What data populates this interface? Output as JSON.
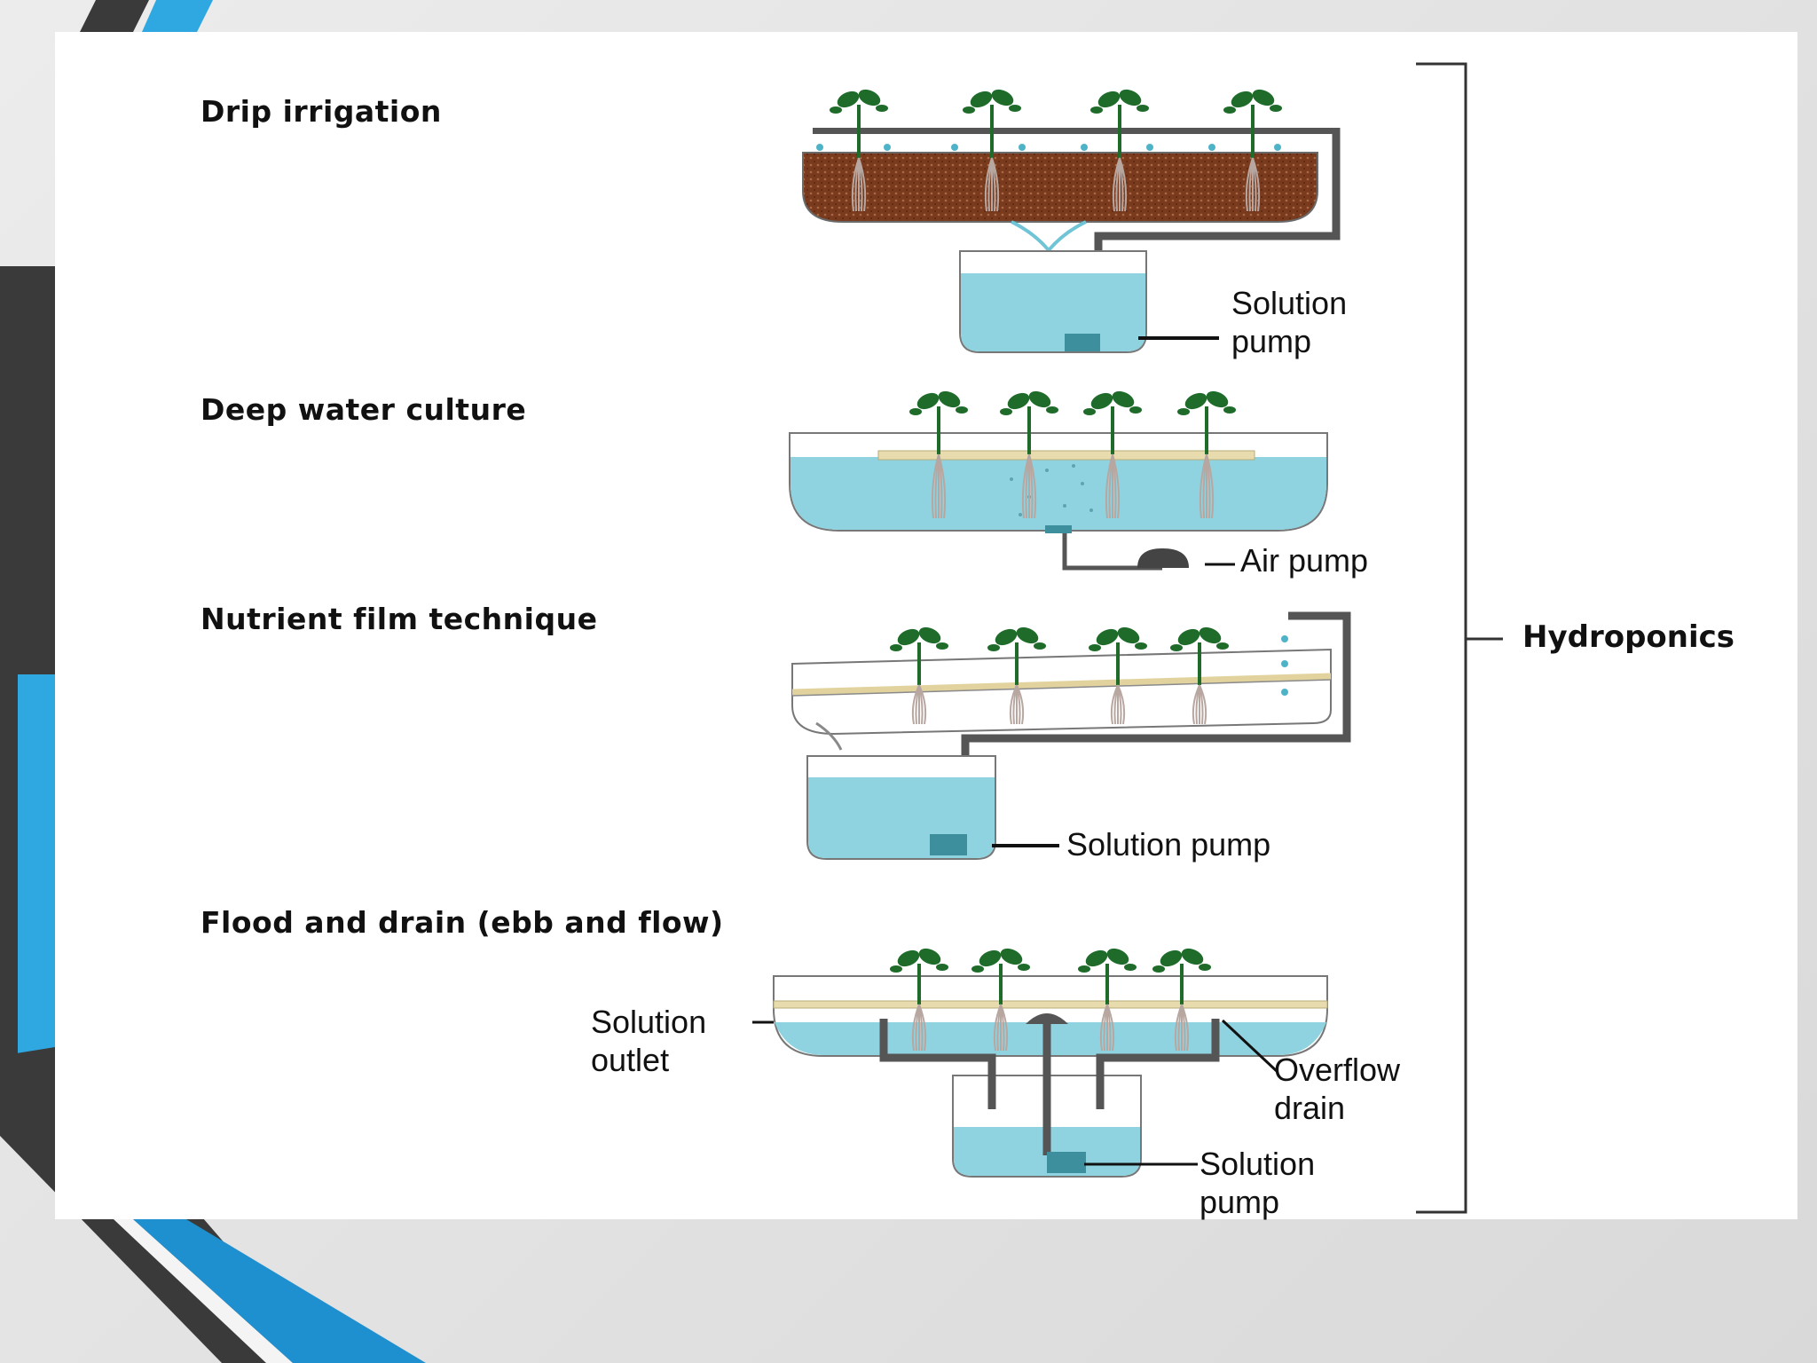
{
  "headings": {
    "drip": "Drip irrigation",
    "dwc": "Deep water culture",
    "nft": "Nutrient film technique",
    "flood": "Flood and drain (ebb and flow)"
  },
  "labels": {
    "drip_pump": [
      "Solution",
      "pump"
    ],
    "air_pump": "Air pump",
    "nft_pump": "Solution pump",
    "outlet": [
      "Solution",
      "outlet"
    ],
    "overflow": [
      "Overflow",
      "drain"
    ],
    "flood_pump": [
      "Solution",
      "pump"
    ]
  },
  "group_label": "Hydroponics",
  "colors": {
    "water": "#8fd3e0",
    "water_dark": "#5fb9c9",
    "soil": "#7a3a1e",
    "pipe": "#555555",
    "leaf": "#1e6b2a",
    "board": "#e8dcae",
    "accent_blue": "#2fa8e2",
    "accent_dark": "#3a3a3a"
  }
}
